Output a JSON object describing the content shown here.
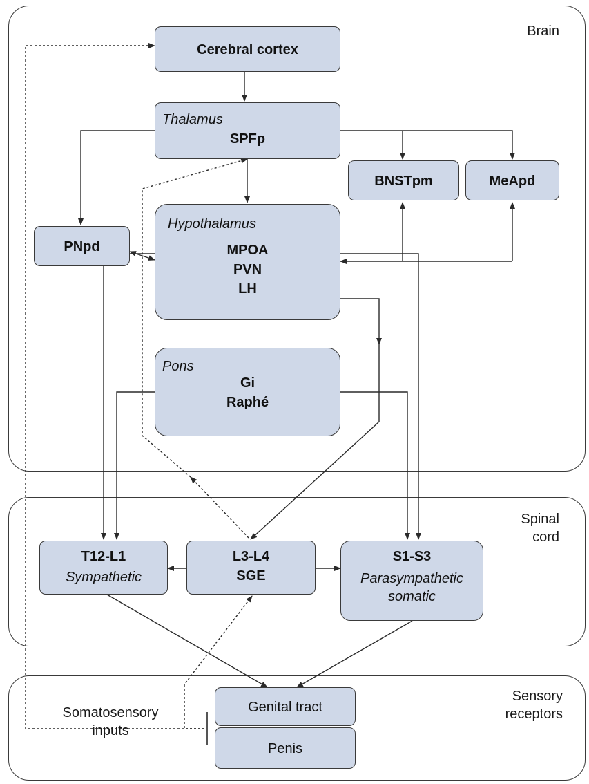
{
  "regions": {
    "brain": "Brain",
    "spinal_cord_line1": "Spinal",
    "spinal_cord_line2": "cord",
    "sensory_line1": "Sensory",
    "sensory_line2": "receptors"
  },
  "nodes": {
    "cerebral_cortex": "Cerebral cortex",
    "thalamus_label": "Thalamus",
    "spfp": "SPFp",
    "bnstpm": "BNSTpm",
    "meapd": "MeApd",
    "pnpd": "PNpd",
    "hypothalamus_label": "Hypothalamus",
    "mpoa": "MPOA",
    "pvn": "PVN",
    "lh": "LH",
    "pons_label": "Pons",
    "gi": "Gi",
    "raphe": "Raphé",
    "t12_l1": "T12-L1",
    "sympathetic": "Sympathetic",
    "l3_l4": "L3-L4",
    "sge": "SGE",
    "s1_s3": "S1-S3",
    "parasympathetic": "Parasympathetic",
    "somatic": "somatic",
    "genital_tract": "Genital tract",
    "penis": "Penis"
  },
  "somatosensory_line1": "Somatosensory",
  "somatosensory_line2": "inputs",
  "colors": {
    "node_fill": "#cfd8e8",
    "stroke": "#3a3a3a"
  }
}
